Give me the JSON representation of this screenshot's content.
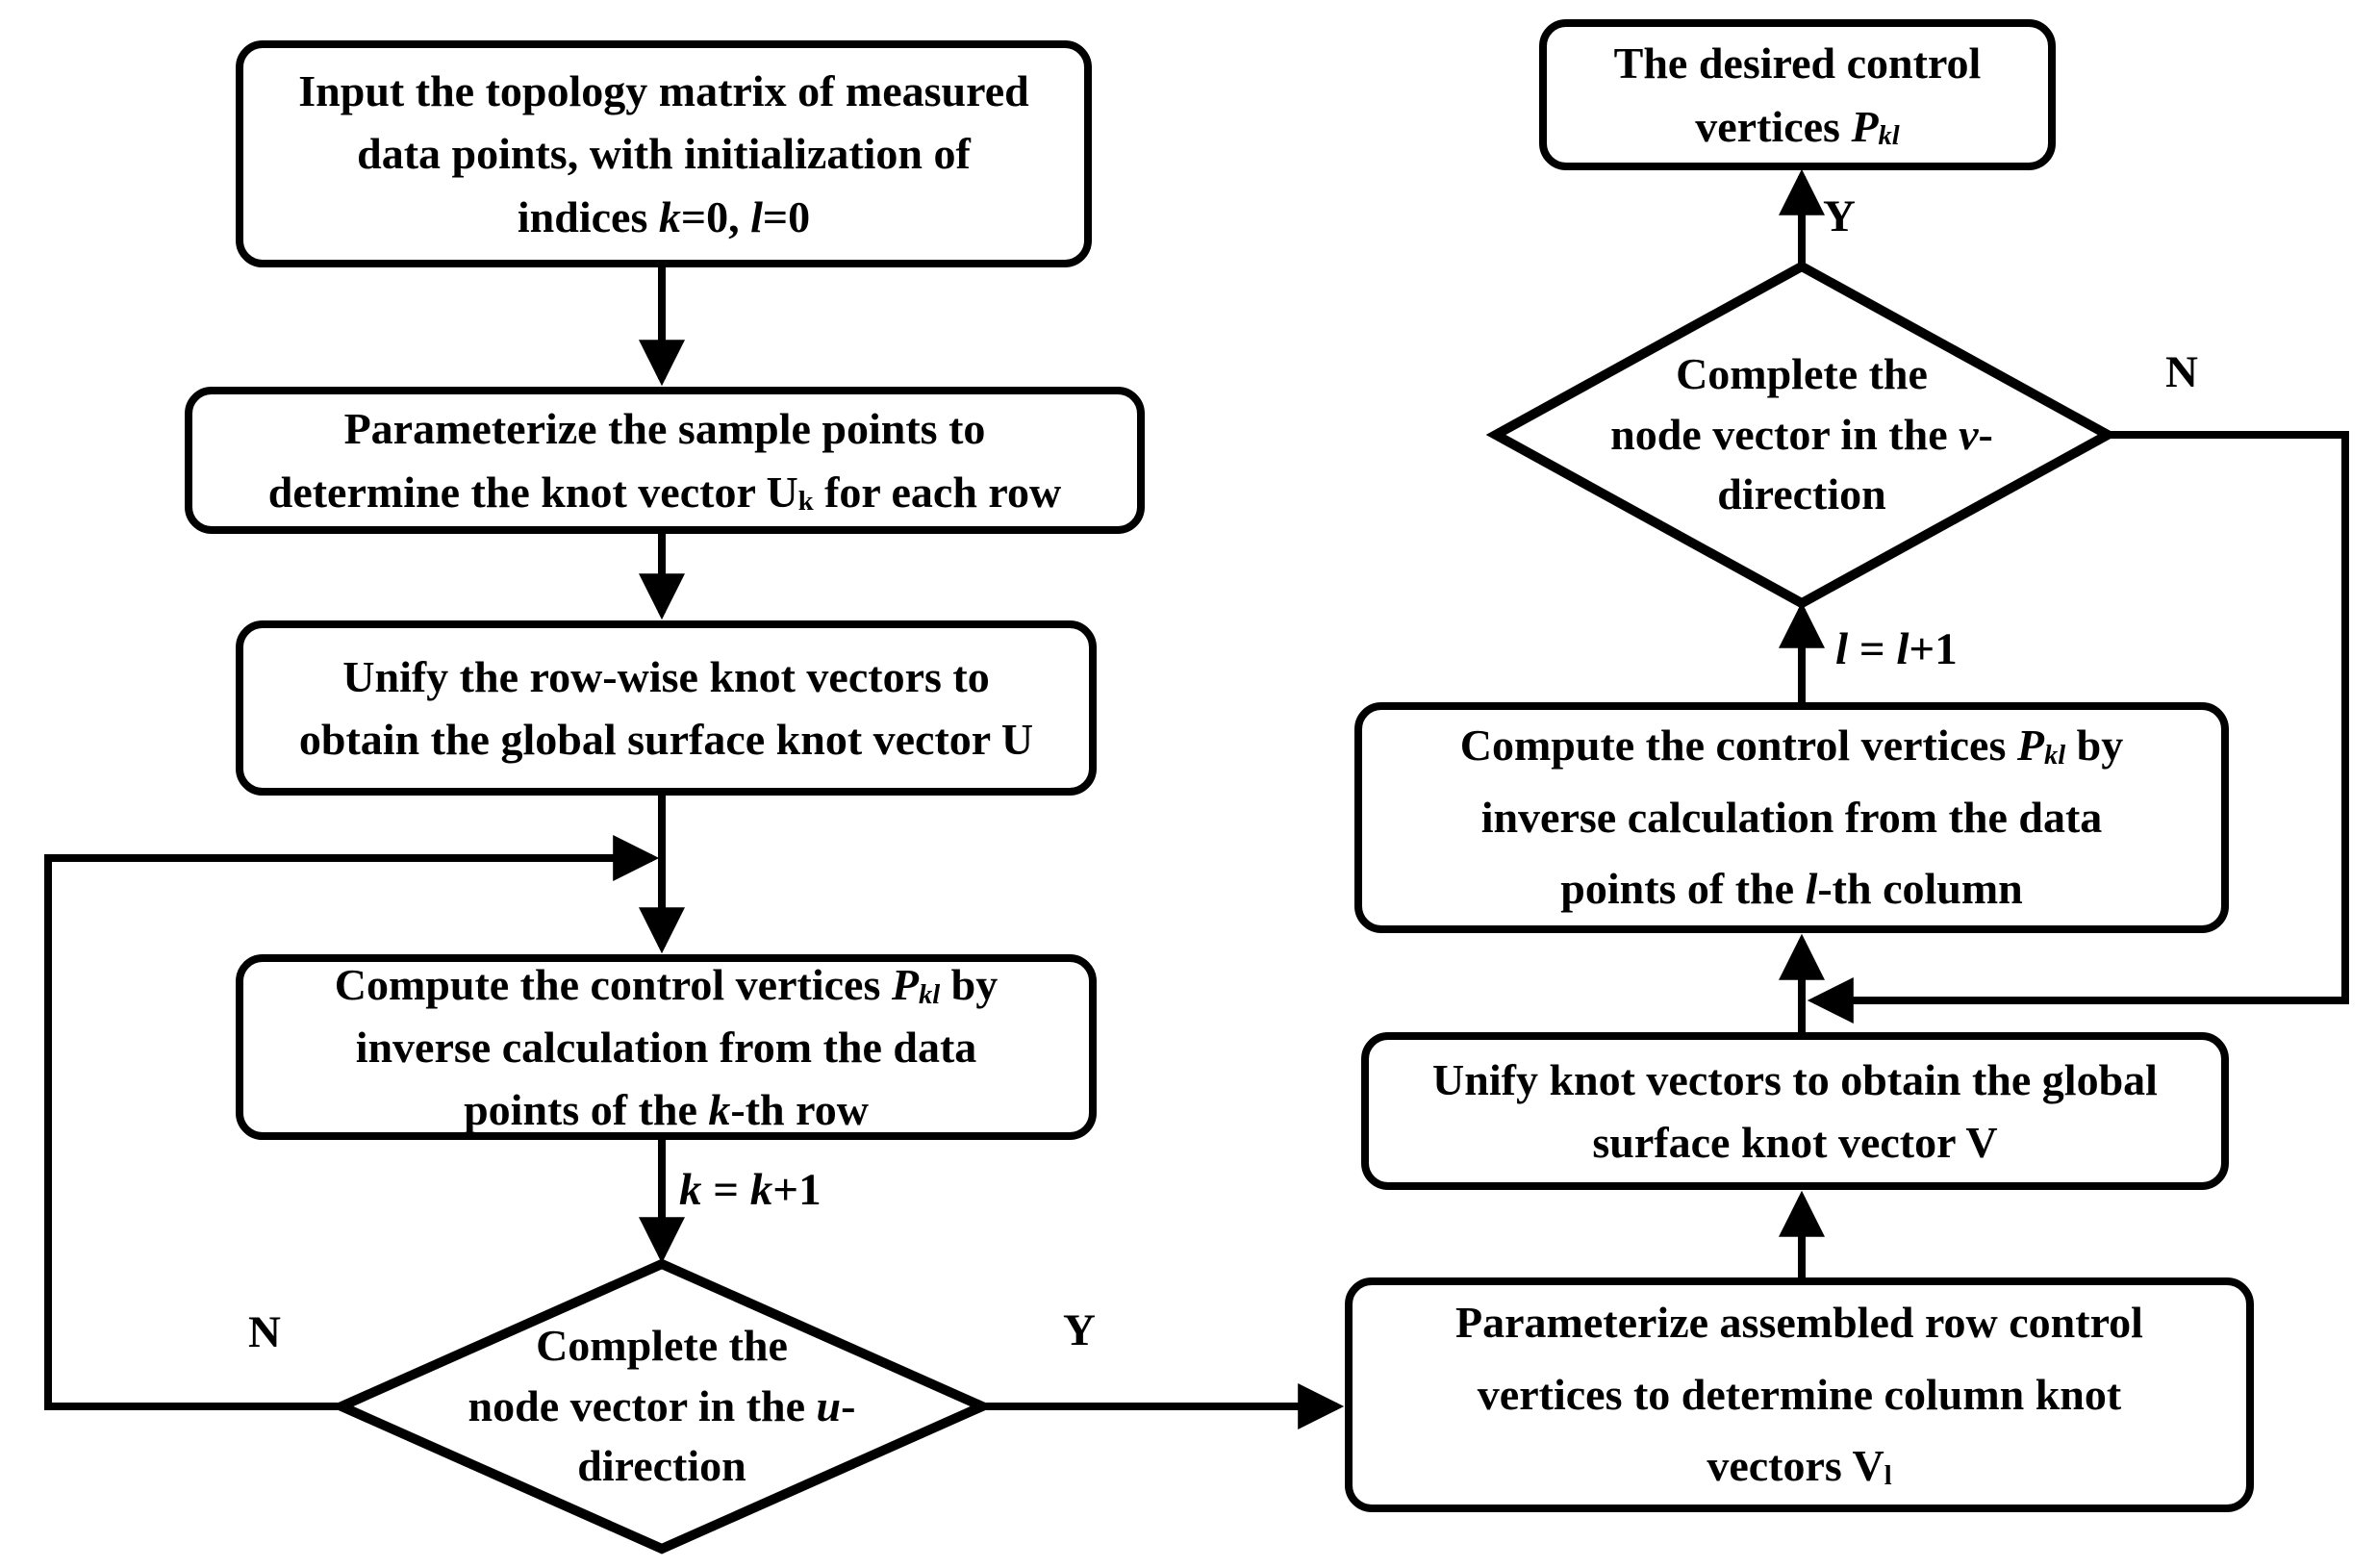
{
  "figure": {
    "type": "flowchart",
    "title": "Bidirectional B-spline surface fitting flowchart",
    "background_color": "#ffffff",
    "stroke_color": "#000000",
    "text_color": "#000000"
  },
  "nodes": {
    "input": {
      "shape": "rounded-box",
      "lines": [
        [
          {
            "t": "Input the topology matrix of measured"
          }
        ],
        [
          {
            "t": "data points, with initialization of"
          }
        ],
        [
          {
            "t": "indices "
          },
          {
            "t": "k",
            "s": "i"
          },
          {
            "t": "=0, "
          },
          {
            "t": "l",
            "s": "i"
          },
          {
            "t": "=0"
          }
        ]
      ]
    },
    "param_rows": {
      "shape": "rounded-box",
      "lines": [
        [
          {
            "t": "Parameterize the sample points to"
          }
        ],
        [
          {
            "t": "determine the knot vector U"
          },
          {
            "t": "k",
            "s": "sub"
          },
          {
            "t": " for each row"
          }
        ]
      ]
    },
    "unify_u": {
      "shape": "rounded-box",
      "lines": [
        [
          {
            "t": "Unify the row-wise knot vectors to"
          }
        ],
        [
          {
            "t": "obtain the global surface knot vector U"
          }
        ]
      ]
    },
    "compute_row": {
      "shape": "rounded-box",
      "lines": [
        [
          {
            "t": "Compute the control vertices "
          },
          {
            "t": "P",
            "s": "i"
          },
          {
            "t": "kl",
            "s": "isub"
          },
          {
            "t": " by"
          }
        ],
        [
          {
            "t": "inverse calculation from the data"
          }
        ],
        [
          {
            "t": "points of the "
          },
          {
            "t": "k",
            "s": "i"
          },
          {
            "t": "-th row"
          }
        ]
      ]
    },
    "decision_u": {
      "shape": "diamond",
      "lines": [
        [
          {
            "t": "Complete the"
          }
        ],
        [
          {
            "t": "node vector in the "
          },
          {
            "t": "u",
            "s": "i"
          },
          {
            "t": "-"
          }
        ],
        [
          {
            "t": "direction"
          }
        ]
      ]
    },
    "param_cols": {
      "shape": "rounded-box",
      "lines": [
        [
          {
            "t": "Parameterize assembled row control"
          }
        ],
        [
          {
            "t": "vertices to determine column knot"
          }
        ],
        [
          {
            "t": "vectors V"
          },
          {
            "t": "l",
            "s": "sub"
          }
        ]
      ]
    },
    "unify_v": {
      "shape": "rounded-box",
      "lines": [
        [
          {
            "t": "Unify knot vectors to obtain the global"
          }
        ],
        [
          {
            "t": "surface knot vector V"
          }
        ]
      ]
    },
    "compute_col": {
      "shape": "rounded-box",
      "lines": [
        [
          {
            "t": "Compute the control vertices "
          },
          {
            "t": "P",
            "s": "i"
          },
          {
            "t": "kl",
            "s": "isub"
          },
          {
            "t": " by"
          }
        ],
        [
          {
            "t": "inverse calculation from the data"
          }
        ],
        [
          {
            "t": "points of the "
          },
          {
            "t": "l",
            "s": "i"
          },
          {
            "t": "-th column"
          }
        ]
      ]
    },
    "decision_v": {
      "shape": "diamond",
      "lines": [
        [
          {
            "t": "Complete the"
          }
        ],
        [
          {
            "t": "node vector in the "
          },
          {
            "t": "v",
            "s": "i"
          },
          {
            "t": "-"
          }
        ],
        [
          {
            "t": "direction"
          }
        ]
      ]
    },
    "result": {
      "shape": "rounded-box",
      "lines": [
        [
          {
            "t": "The desired control"
          }
        ],
        [
          {
            "t": "vertices "
          },
          {
            "t": "P",
            "s": "i"
          },
          {
            "t": "kl",
            "s": "isub"
          }
        ]
      ]
    }
  },
  "edge_labels": {
    "k_increment": [
      [
        {
          "t": "k",
          "s": "i"
        },
        {
          "t": " = "
        },
        {
          "t": "k",
          "s": "i"
        },
        {
          "t": "+1"
        }
      ]
    ],
    "l_increment": [
      [
        {
          "t": "l",
          "s": "i"
        },
        {
          "t": " = "
        },
        {
          "t": "l",
          "s": "i"
        },
        {
          "t": "+1"
        }
      ]
    ],
    "no_left": "N",
    "yes_left": "Y",
    "no_right": "N",
    "yes_right": "Y"
  },
  "edges": [
    {
      "from": "input",
      "to": "param_rows"
    },
    {
      "from": "param_rows",
      "to": "unify_u"
    },
    {
      "from": "unify_u",
      "to": "compute_row"
    },
    {
      "from": "compute_row",
      "to": "decision_u",
      "label": "k = k+1"
    },
    {
      "from": "decision_u",
      "to": "compute_row",
      "label": "N",
      "kind": "loop-left"
    },
    {
      "from": "decision_u",
      "to": "param_cols",
      "label": "Y"
    },
    {
      "from": "param_cols",
      "to": "unify_v"
    },
    {
      "from": "unify_v",
      "to": "compute_col"
    },
    {
      "from": "compute_col",
      "to": "decision_v",
      "label": "l = l+1"
    },
    {
      "from": "decision_v",
      "to": "compute_col",
      "label": "N",
      "kind": "loop-right"
    },
    {
      "from": "decision_v",
      "to": "result",
      "label": "Y"
    }
  ]
}
